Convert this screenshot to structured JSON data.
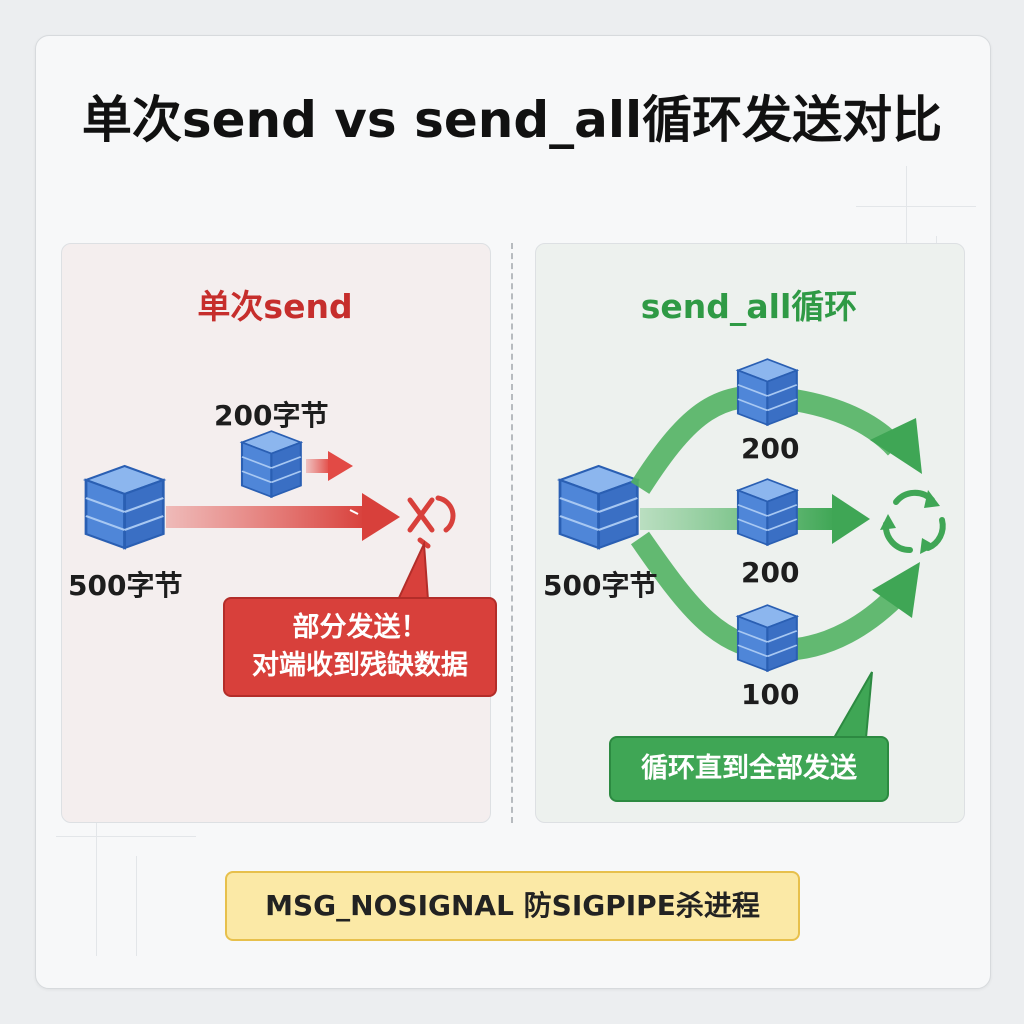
{
  "title": "单次send vs send_all循环发送对比",
  "left_panel": {
    "title": "单次send",
    "chunk_label": "200字节",
    "source_label": "500字节",
    "callout_line1": "部分发送！",
    "callout_line2": "对端收到残缺数据",
    "broken_icon": "broken-link-icon"
  },
  "right_panel": {
    "title": "send_all循环",
    "source_label": "500字节",
    "chunks": [
      "200",
      "200",
      "100"
    ],
    "callout": "循环直到全部发送",
    "loop_icon": "recycle-icon"
  },
  "note": "MSG_NOSIGNAL  防SIGPIPE杀进程",
  "colors": {
    "red": "#d8403b",
    "green": "#3fa655",
    "block_blue": "#4f86d8",
    "note_bg": "#fbe9a6"
  }
}
